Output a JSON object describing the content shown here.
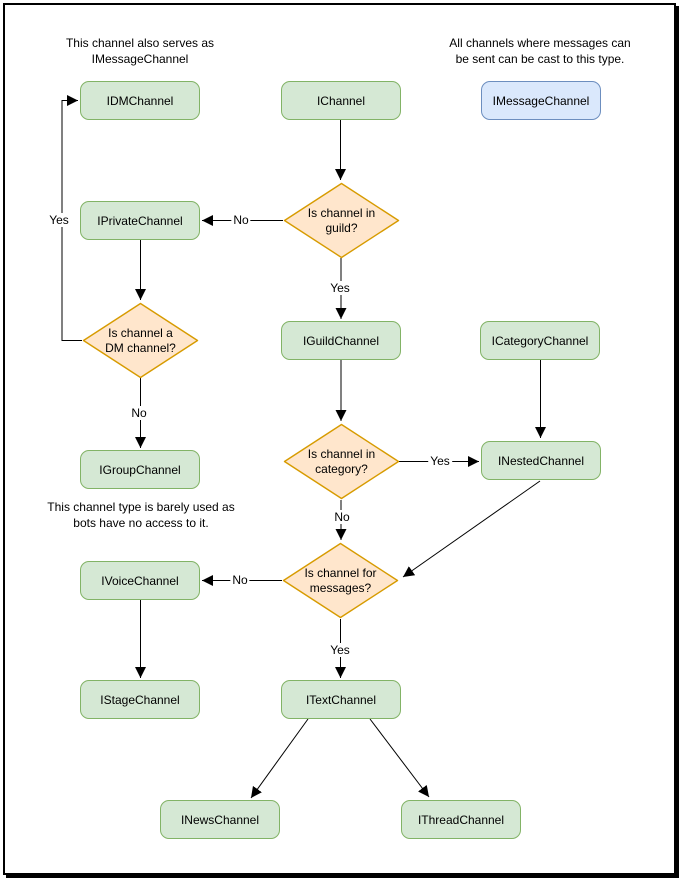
{
  "diagram": {
    "annotations": {
      "dm_serves": "This channel also serves as\nIMessageChannel",
      "message_cast": "All channels where messages can\nbe sent can be cast to this type.",
      "group_barely_used": "This channel type is barely used as\nbots have no access to it."
    },
    "nodes": {
      "idm": {
        "label": "IDMChannel"
      },
      "ichannel": {
        "label": "IChannel"
      },
      "imessage": {
        "label": "IMessageChannel"
      },
      "iprivate": {
        "label": "IPrivateChannel"
      },
      "iguild": {
        "label": "IGuildChannel"
      },
      "icategory": {
        "label": "ICategoryChannel"
      },
      "igroup": {
        "label": "IGroupChannel"
      },
      "inested": {
        "label": "INestedChannel"
      },
      "ivoice": {
        "label": "IVoiceChannel"
      },
      "istage": {
        "label": "IStageChannel"
      },
      "itext": {
        "label": "ITextChannel"
      },
      "inews": {
        "label": "INewsChannel"
      },
      "ithread": {
        "label": "IThreadChannel"
      }
    },
    "decisions": {
      "in_guild": {
        "label": "Is channel in\nguild?"
      },
      "is_dm": {
        "label": "Is channel a\nDM channel?"
      },
      "in_category": {
        "label": "Is channel in\ncategory?"
      },
      "for_messages": {
        "label": "Is channel for\nmessages?"
      }
    },
    "edge_labels": {
      "guild_no": "No",
      "guild_yes": "Yes",
      "dm_yes": "Yes",
      "dm_no": "No",
      "category_yes": "Yes",
      "category_no": "No",
      "messages_no": "No",
      "messages_yes": "Yes"
    },
    "colors": {
      "channel_fill": "#d5e8d4",
      "channel_stroke": "#82b366",
      "message_fill": "#dae8fc",
      "message_stroke": "#6c8ebf",
      "decision_fill": "#ffe6cc",
      "decision_stroke": "#d79b00",
      "edge": "#000000"
    }
  }
}
